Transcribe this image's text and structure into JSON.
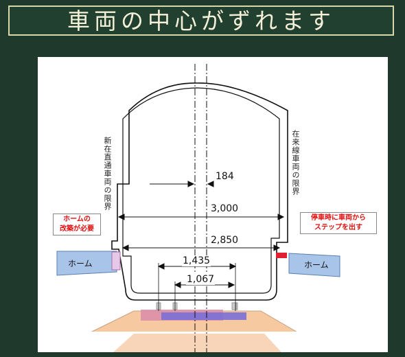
{
  "title": "車両の中心がずれます",
  "labels": {
    "left_gauge": "新在直通車両の限界",
    "right_gauge": "在来線車両の限界",
    "left_note": "ホームの\n改築が必要",
    "right_note": "停車時に車両から\nステップを出す",
    "left_platform": "ホーム",
    "right_platform": "ホーム"
  },
  "dimensions": {
    "offset": "184",
    "width_outer": "3,000",
    "width_inner": "2,850",
    "gauge_standard": "1,435",
    "gauge_narrow": "1,067"
  },
  "colors": {
    "background": "#1f3a2c",
    "title_text": "#f4f0d8",
    "note_text": "#e01010",
    "platform": "#a8c4e8",
    "step": "#e02030",
    "ballast": "#f6c9a0",
    "sleeper_standard": "#7b6fd6",
    "sleeper_narrow": "#d98ca8"
  }
}
